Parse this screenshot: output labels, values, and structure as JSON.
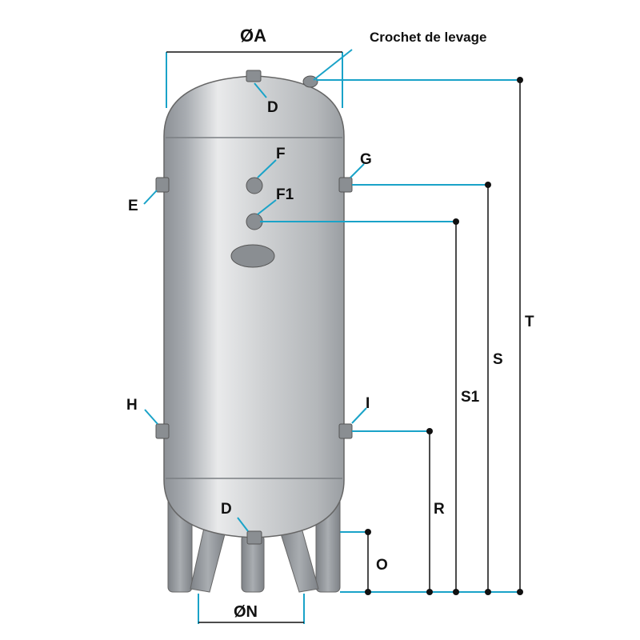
{
  "labels": {
    "diam_a": "ØA",
    "hook": "Crochet de levage",
    "d_top": "D",
    "f": "F",
    "f1": "F1",
    "g": "G",
    "e": "E",
    "h": "H",
    "i": "I",
    "d_bottom": "D",
    "t": "T",
    "s": "S",
    "s1": "S1",
    "r": "R",
    "o": "O",
    "diam_n": "ØN"
  },
  "colors": {
    "leader": "#1aa3c8",
    "dimension": "#111111",
    "tank": "#b9bcc0"
  }
}
